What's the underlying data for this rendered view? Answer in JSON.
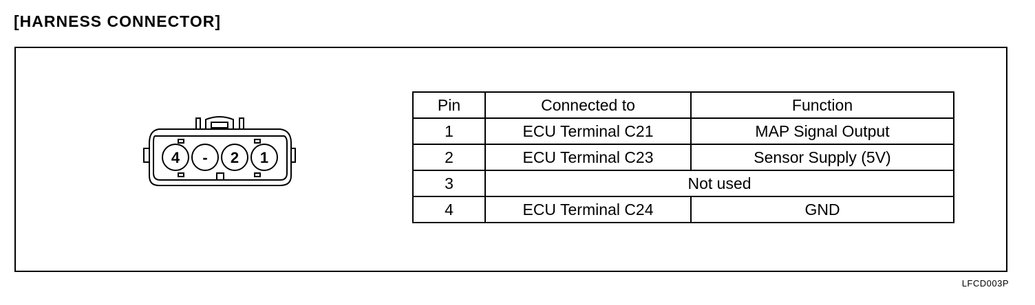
{
  "title": "[HARNESS CONNECTOR]",
  "connector": {
    "pin_labels": [
      "4",
      "-",
      "2",
      "1"
    ]
  },
  "table": {
    "headers": [
      "Pin",
      "Connected to",
      "Function"
    ],
    "rows": [
      {
        "pin": "1",
        "connected_to": "ECU Terminal C21",
        "function": "MAP Signal Output"
      },
      {
        "pin": "2",
        "connected_to": "ECU Terminal C23",
        "function": "Sensor Supply (5V)"
      },
      {
        "pin": "3",
        "merged": "Not used"
      },
      {
        "pin": "4",
        "connected_to": "ECU Terminal C24",
        "function": "GND"
      }
    ]
  },
  "figure_code": "LFCD003P"
}
